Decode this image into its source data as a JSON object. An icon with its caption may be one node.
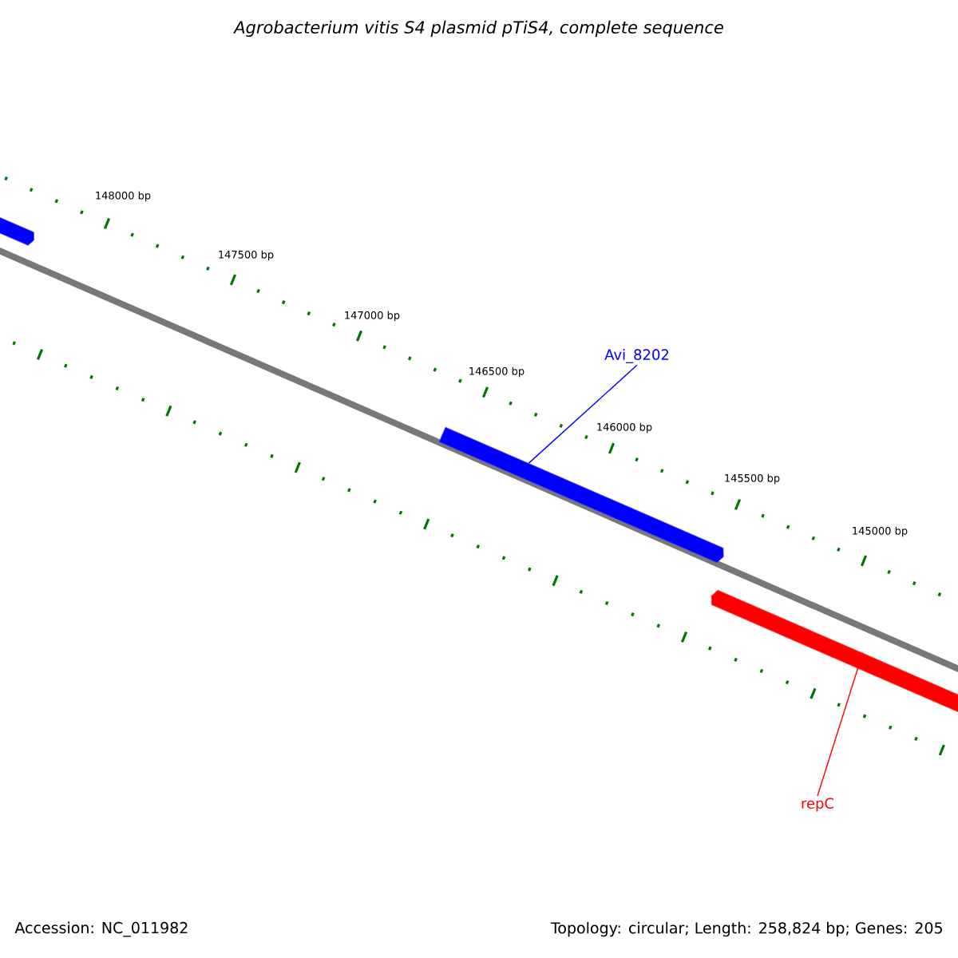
{
  "diagram": {
    "title": "Agrobacterium vitis S4 plasmid pTiS4, complete sequence",
    "nodes": [
      {
        "text": [
          "Avi_8202"
        ]
      },
      {
        "text": [],
        "shape": "bar"
      },
      {
        "text": [
          "repC"
        ]
      },
      {
        "text": [],
        "shape": "bar"
      }
    ],
    "edges": [
      {
        "from": 0,
        "to": 1,
        "arrow": "none",
        "color": "#0000ff"
      },
      {
        "from": 2,
        "to": 3,
        "arrow": "none",
        "color": "#ff0000"
      }
    ],
    "labels": [
      "148000 bp",
      "147500 bp",
      "147000 bp",
      "146500 bp",
      "146000 bp",
      "145500 bp",
      "145000 bp",
      "Accession: NC_011982",
      "Topology: circular; Length: 258,824 bp; Genes: 205"
    ]
  }
}
